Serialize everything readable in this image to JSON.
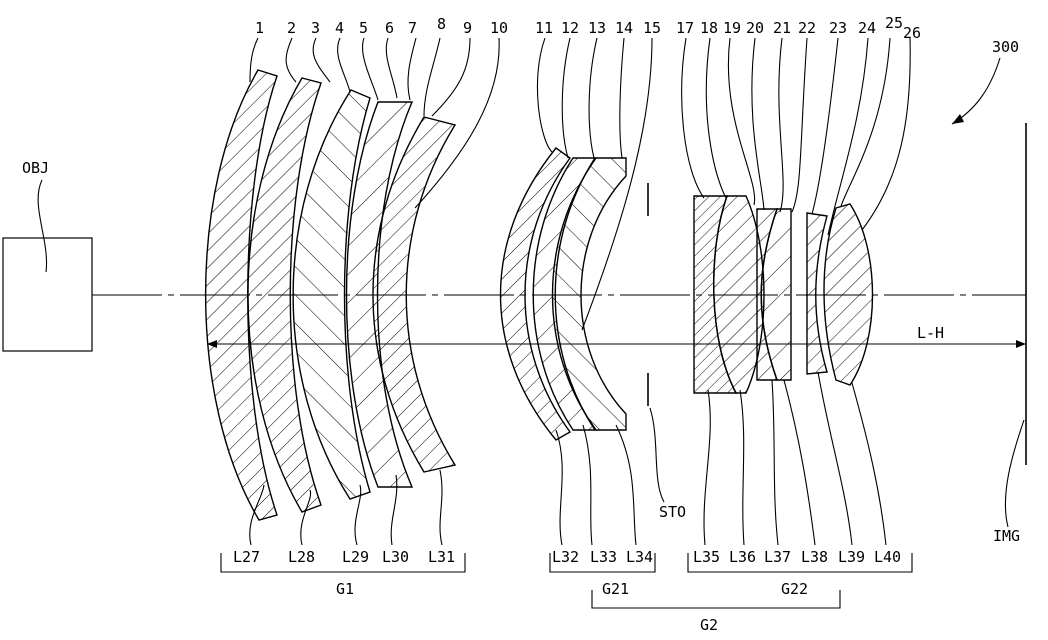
{
  "figure_label": "300",
  "object_label": "OBJ",
  "image_label": "IMG",
  "stop_label": "STO",
  "height_label": "L-H",
  "surface_numbers": [
    "1",
    "2",
    "3",
    "4",
    "5",
    "6",
    "7",
    "8",
    "9",
    "10",
    "11",
    "12",
    "13",
    "14",
    "15",
    "17",
    "18",
    "19",
    "20",
    "21",
    "22",
    "23",
    "24",
    "25",
    "26"
  ],
  "lens_labels": [
    "L27",
    "L28",
    "L29",
    "L30",
    "L31",
    "L32",
    "L33",
    "L34",
    "L35",
    "L36",
    "L37",
    "L38",
    "L39",
    "L40"
  ],
  "groups": {
    "g1": "G1",
    "g21": "G21",
    "g22": "G22",
    "g2": "G2"
  }
}
